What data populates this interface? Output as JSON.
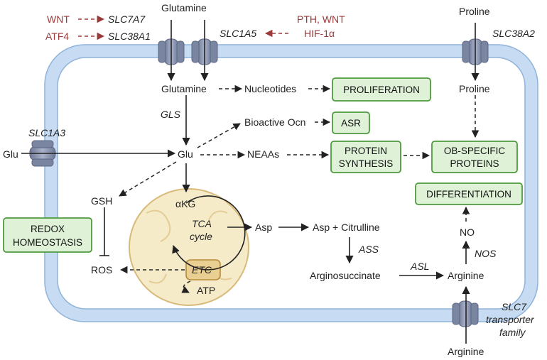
{
  "regulators": {
    "wnt1": "WNT",
    "slc7a7": "SLC7A7",
    "atf4": "ATF4",
    "slc38a1": "SLC38A1",
    "pth_wnt": "PTH, WNT",
    "hif1a": "HIF-1α",
    "slc1a5": "SLC1A5"
  },
  "transporters": {
    "slc1a3": "SLC1A3",
    "slc38a2": "SLC38A2",
    "slc7_line1": "SLC7",
    "slc7_line2": "transporter",
    "slc7_line3": "family"
  },
  "metabolites": {
    "glutamine_ext": "Glutamine",
    "glutamine": "Glutamine",
    "proline_ext": "Proline",
    "proline": "Proline",
    "glu_ext": "Glu",
    "glu": "Glu",
    "nucleotides": "Nucleotides",
    "bioactive_ocn": "Bioactive Ocn",
    "neaas": "NEAAs",
    "gsh": "GSH",
    "ros": "ROS",
    "akg": "αKG",
    "asp": "Asp",
    "asp_citrulline": "Asp + Citrulline",
    "arginosuccinate": "Arginosuccinate",
    "arginine": "Arginine",
    "arginine_ext": "Arginine",
    "no": "NO",
    "atp": "ATP"
  },
  "enzymes": {
    "gls": "GLS",
    "ass": "ASS",
    "asl": "ASL",
    "nos": "NOS",
    "etc": "ETC",
    "tca_line1": "TCA",
    "tca_line2": "cycle"
  },
  "outcomes": {
    "proliferation": "PROLIFERATION",
    "asr": "ASR",
    "protein_line1": "PROTEIN",
    "protein_line2": "SYNTHESIS",
    "ob_line1": "OB-SPECIFIC",
    "ob_line2": "PROTEINS",
    "differentiation": "DIFFERENTIATION",
    "redox_line1": "REDOX",
    "redox_line2": "HOMEOSTASIS"
  },
  "colors": {
    "membrane": "#c7dcf3",
    "membrane_edge": "#8fb3da",
    "transporter": "#8c97b3",
    "outcome_fill": "#dff2d8",
    "outcome_stroke": "#4f9a3e",
    "mito_fill": "#f6ebc9",
    "mito_stroke": "#d7bb7b",
    "regulator": "#9b3a3a"
  }
}
